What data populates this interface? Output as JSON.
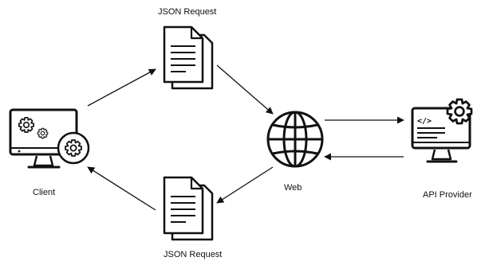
{
  "labels": {
    "json_request_top": "JSON Request",
    "json_request_bottom": "JSON Request",
    "client": "Client",
    "web": "Web",
    "api_provider": "API Provider"
  },
  "icons": {
    "client": "computer-with-gears-icon",
    "document_top": "document-stack-icon",
    "document_bottom": "document-stack-icon",
    "web": "globe-icon",
    "api_provider": "computer-code-gear-icon"
  },
  "colors": {
    "stroke": "#111111",
    "background": "#ffffff"
  }
}
